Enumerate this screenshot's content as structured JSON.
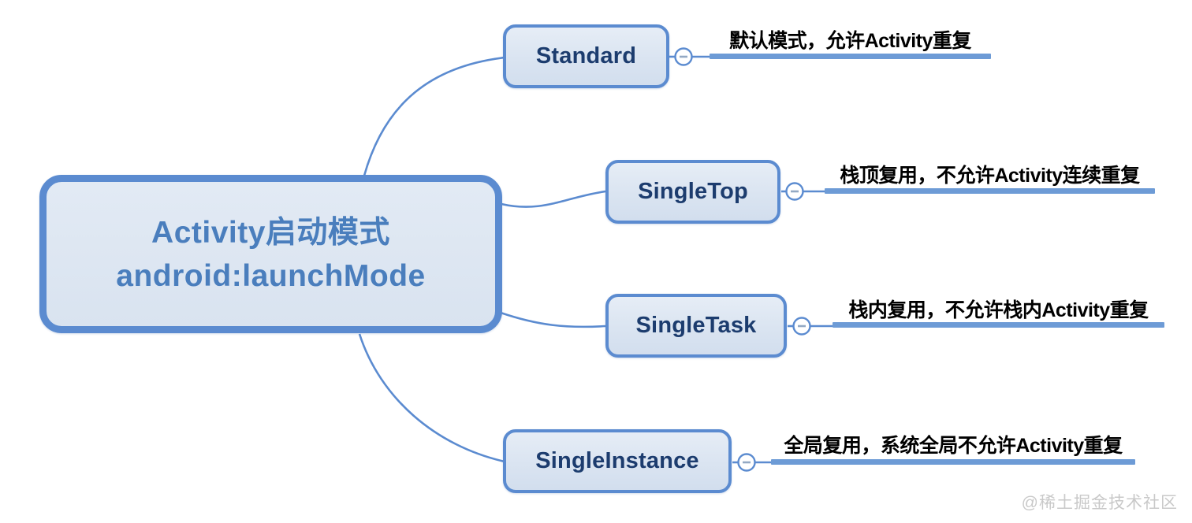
{
  "central": {
    "title_line1": "Activity启动模式",
    "title_line2": "android:launchMode"
  },
  "branches": [
    {
      "id": "standard",
      "label": "Standard",
      "description": "默认模式，允许Activity重复",
      "collapse_toggle": "minus"
    },
    {
      "id": "singletop",
      "label": "SingleTop",
      "description": "栈顶复用，不允许Activity连续重复",
      "collapse_toggle": "minus"
    },
    {
      "id": "singletask",
      "label": "SingleTask",
      "description": "栈内复用，不允许栈内Activity重复",
      "collapse_toggle": "minus"
    },
    {
      "id": "singleinstance",
      "label": "SingleInstance",
      "description": "全局复用，系统全局不允许Activity重复",
      "collapse_toggle": "minus"
    }
  ],
  "colors": {
    "branch_line": "#5b8bd0",
    "leaf_bar": "#6d9bd6",
    "node_fill": "#dae4f1",
    "central_text": "#4a7ebd",
    "node_text": "#1c3c6e",
    "leaf_text": "#000000",
    "watermark": "#c9c9c9"
  },
  "watermark": "@稀土掘金技术社区"
}
